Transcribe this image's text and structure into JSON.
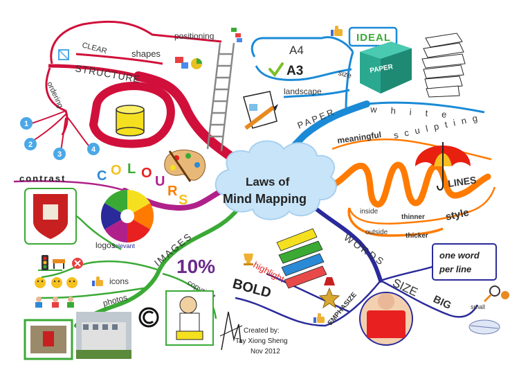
{
  "central_topic": {
    "line1": "Laws of",
    "line2": "Mind Mapping"
  },
  "branches": {
    "structure": {
      "label": "STRUCTURE",
      "sub": {
        "clear": "CLEAR",
        "shapes": "shapes",
        "positioning": "positioning",
        "ordering": "ordering"
      },
      "numbers": [
        "1",
        "2",
        "3",
        "4"
      ]
    },
    "paper": {
      "label": "PAPER",
      "sub": {
        "ideal": "IDEAL",
        "a4": "A4",
        "a3": "A3",
        "size": "size",
        "landscape": "landscape",
        "white": "white"
      },
      "ream_brand": "PAPER"
    },
    "lines": {
      "label": "LINES",
      "sub": {
        "meaningful": "meaningful",
        "sculpting": "sculpting",
        "inside": "inside",
        "thinner": "thinner",
        "outside": "outside",
        "thicker": "thicker",
        "style": "style"
      }
    },
    "words": {
      "label": "WORDS",
      "sub": {
        "one_word_line1": "one word",
        "one_word_line2": "per line",
        "size": "SIZE",
        "big": "BIG",
        "small": "small",
        "emphasize": "EMPHASIZE",
        "highlight": "highlight",
        "bold": "BOLD"
      }
    },
    "colours": {
      "label": "COLOURS",
      "letters": [
        "C",
        "O",
        "L",
        "O",
        "U",
        "R",
        "S"
      ],
      "sub": {
        "contrast": "contrast",
        "relevant": "relevant"
      }
    },
    "images": {
      "label": "IMAGES",
      "sub": {
        "logos": "logos",
        "icons": "icons",
        "photos": "photos",
        "copyright": "copyright",
        "ten_percent": "10%"
      }
    }
  },
  "credit": {
    "line1": "Created by:",
    "line2": "Tay Xiong Sheng",
    "line3": "Nov 2012"
  },
  "colors": {
    "structure": "#d0103a",
    "paper": "#1a8ad6",
    "lines": "#ff7a00",
    "words": "#2a2a9a",
    "colours": "#b0208a",
    "images": "#3aaa35",
    "cloud": "#c8e4f8"
  },
  "icons": [
    "ladder-icon",
    "cylinder-icon",
    "palette-icon",
    "colour-wheel-icon",
    "umbrella-icon",
    "pencil-icon",
    "paper-stack-icon",
    "highlighters-icon",
    "medal-icon",
    "trophy-icon",
    "thumbs-up-icon",
    "copyright-icon",
    "smiley-icon",
    "traffic-light-icon",
    "crest-icon",
    "magnifier-icon"
  ]
}
